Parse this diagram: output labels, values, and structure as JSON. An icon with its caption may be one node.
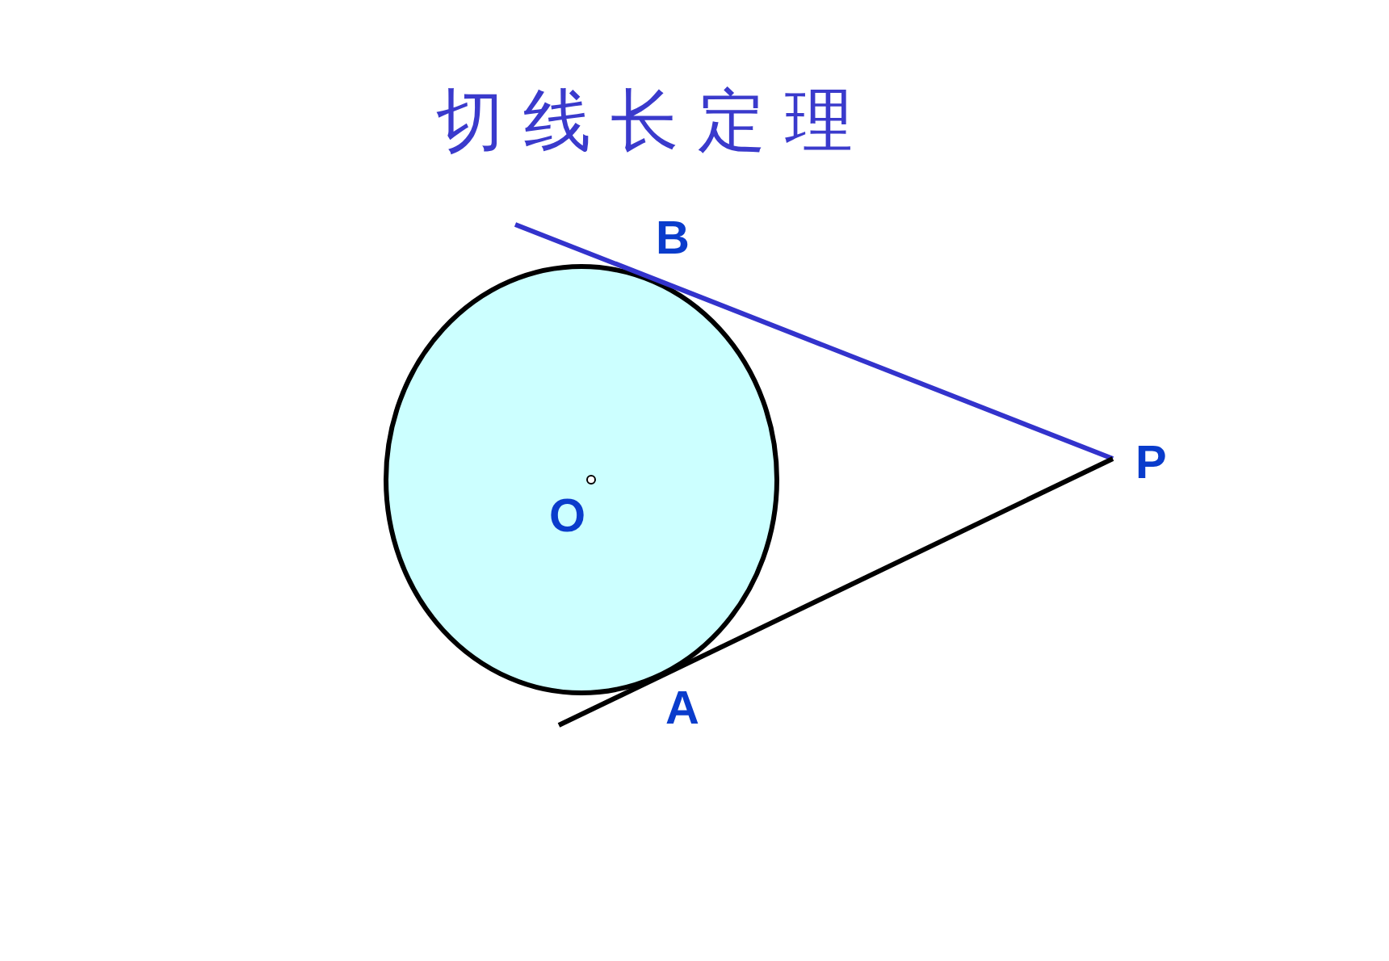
{
  "diagram": {
    "title": "切线长定理",
    "nodes": [
      {
        "text": [
          "O"
        ]
      }
    ],
    "labels": [
      "B",
      "P",
      "A"
    ]
  }
}
